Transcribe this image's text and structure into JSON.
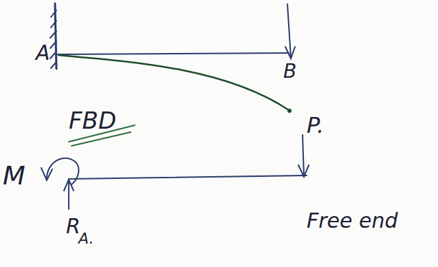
{
  "diagram": {
    "labels": [
      "A",
      "B",
      "P.",
      "FBD",
      "M",
      "R",
      "A.",
      "Free end"
    ]
  }
}
